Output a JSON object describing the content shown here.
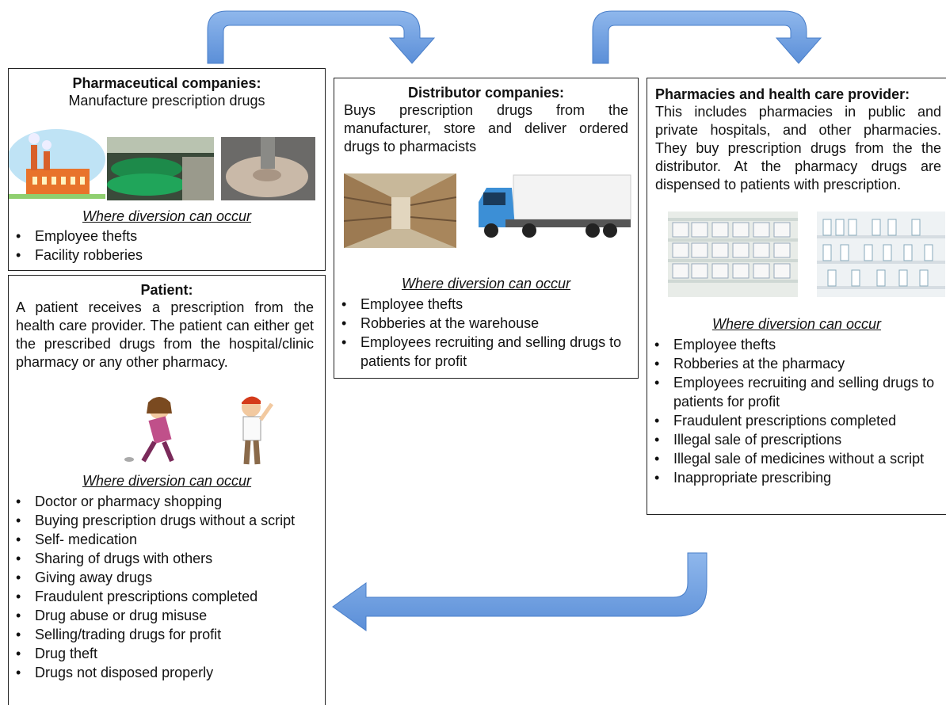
{
  "pharma": {
    "title": "Pharmaceutical companies:",
    "desc": "Manufacture prescription drugs",
    "where": "Where diversion can occur",
    "items": [
      "Employee thefts",
      "Facility robberies"
    ]
  },
  "distributor": {
    "title": "Distributor companies:",
    "desc": "Buys prescription drugs from the manufacturer, store and deliver ordered drugs to pharmacists",
    "where": "Where diversion can occur",
    "items": [
      "Employee thefts",
      "Robberies at the warehouse",
      "Employees recruiting and selling drugs to  patients  for profit"
    ]
  },
  "pharmacies": {
    "title": "Pharmacies and health care provider:",
    "desc": "This includes pharmacies in public and private hospitals, and other pharmacies. They buy prescription drugs from the the distributor. At the pharmacy drugs are dispensed to patients with prescription.",
    "where": "Where diversion can occur",
    "items": [
      "Employee thefts",
      "Robberies at the pharmacy",
      "Employees recruiting and selling drugs to  patients  for profit",
      "Fraudulent prescriptions completed",
      "Illegal sale of prescriptions",
      "Illegal sale of medicines without  a script",
      "Inappropriate prescribing"
    ]
  },
  "patient": {
    "title": "Patient:",
    "desc": "A patient receives a prescription from the health care provider. The patient can either get the prescribed drugs from the hospital/clinic pharmacy or any other pharmacy.",
    "where": "Where diversion can occur",
    "items": [
      "Doctor or pharmacy shopping",
      "Buying prescription drugs without a script",
      "Self- medication",
      "Sharing of drugs with others",
      "Giving away drugs",
      "Fraudulent prescriptions completed",
      "Drug abuse or drug misuse",
      "Selling/trading drugs for profit",
      "Drug theft",
      "Drugs not disposed properly"
    ]
  },
  "colors": {
    "arrow": "#6c9ddf",
    "arrow_dark": "#4a7fc9",
    "border": "#222222"
  }
}
